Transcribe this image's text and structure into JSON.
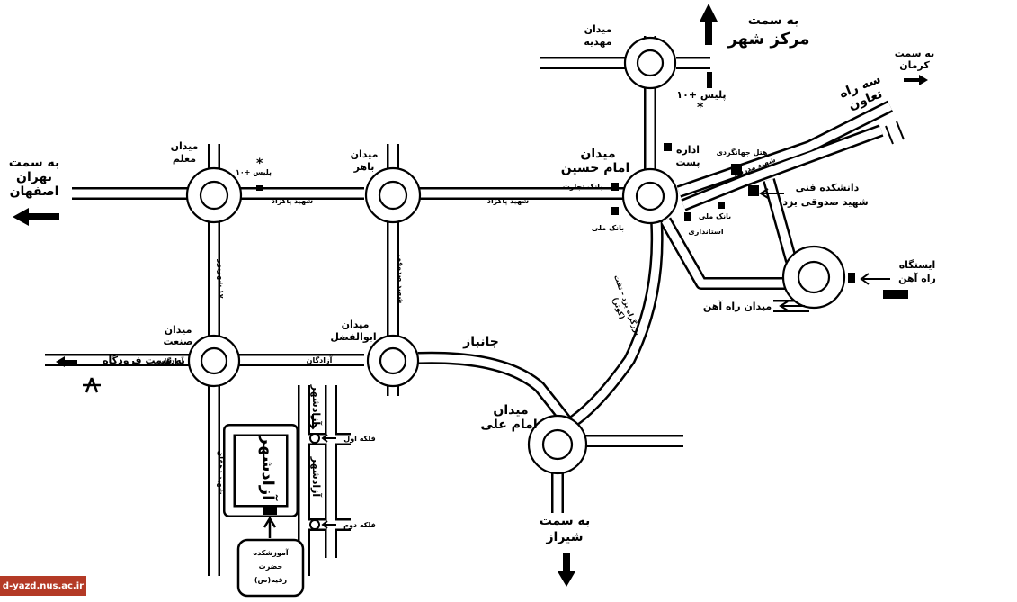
{
  "labels": {
    "north_dir": "به سمت\nمرکز شهر",
    "kerman_dir": "به سمت\nکرمان",
    "tehran_dir": "به سمت\nتهران\nاصفهان",
    "airport_dir": "به سمت فرودگاه",
    "shiraz_dir": "به سمت\nشیراز",
    "sq_mahdieh": "میدان\nمهدیه",
    "sq_moallem": "میدان\nمعلم",
    "sq_baher": "میدان\nباهر",
    "sq_imam_hossein": "میدان\nامام حسین",
    "sq_sanat": "میدان\nصنعت",
    "sq_abolfazl": "میدان\nابوالفضل",
    "sq_imam_ali": "میدان\nامام علی",
    "sq_rahahan": "میدان راه آهن",
    "police1": "پلیس +۱۰",
    "police2": "پلیس +۱۰",
    "post_office": "اداره\nپست",
    "bank_tejarat": "بانک تجارت",
    "bank_melli": "بانک ملی",
    "bank_melli2": "بانک ملی",
    "ostandari": "استانداری",
    "hotel": "هتل جهانگردی",
    "college": "دانشکده فنی\nشهید صدوقی یزد",
    "station": "ایستگاه\nراه آهن",
    "taavon_road": "سه راه\nتعاون",
    "st_pakzad1": "شهید پاکزاد",
    "st_pakzad2": "شهید پاکزاد",
    "st_azadegan1": "آزادگان",
    "st_azadegan2": "آزادگان",
    "st_17shahrivar": "۱۷ شهریور",
    "st_saduqi": "شهید صدوقی",
    "st_janbaz": "جانباز",
    "st_dehghan": "شهید دهقان",
    "st_bozorgrah": "بزرگراه یزد - تفت\n(کوثر)",
    "azadshahr_big": "آزادشهر",
    "azadshahr_v1": "آزادشهر",
    "azadshahr_v2": "آزادشهر",
    "falake1": "فلکه اول",
    "falake2": "فلکه دوم",
    "school": "آموزشکده\nحضرت\nرقیه(س)",
    "st_moallem_road": "شهید مدرس"
  },
  "footer": {
    "url": "d-yazd.nus.ac.ir"
  }
}
